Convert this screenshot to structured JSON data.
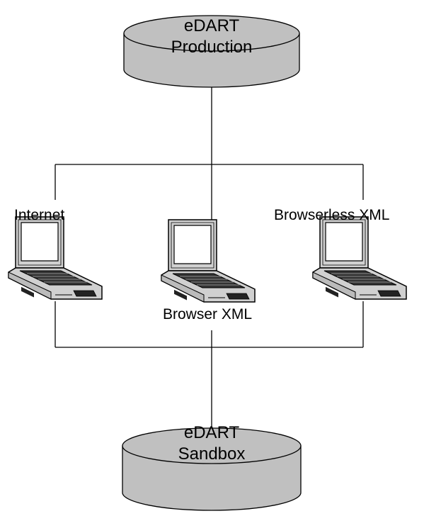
{
  "colors": {
    "cylinder_fill": "#c0c0c0",
    "stroke": "#000000",
    "laptop_body": "#d0d0d0",
    "laptop_screen": "#ffffff",
    "background": "#ffffff"
  },
  "databases": {
    "production": {
      "line1": "eDART",
      "line2": "Production",
      "icon": "database-cylinder"
    },
    "sandbox": {
      "line1": "eDART",
      "line2": "Sandbox",
      "icon": "database-cylinder"
    }
  },
  "nodes": [
    {
      "label": "Internet",
      "icon": "laptop-icon"
    },
    {
      "label": "Browser XML",
      "icon": "laptop-icon"
    },
    {
      "label": "Browserless XML",
      "icon": "laptop-icon"
    }
  ]
}
